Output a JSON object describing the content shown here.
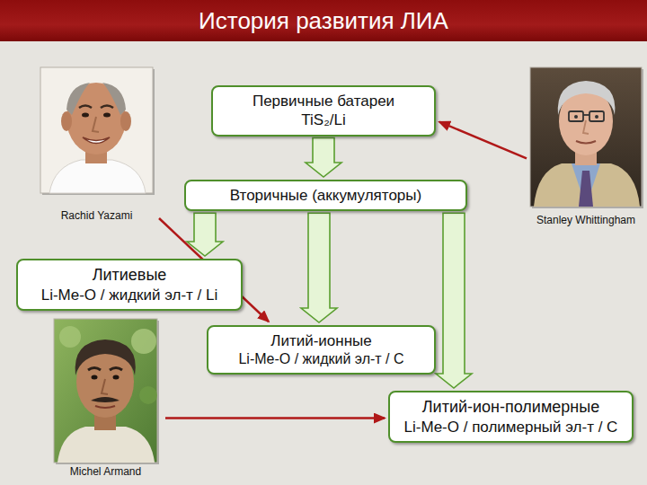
{
  "diagram": {
    "title": "История развития ЛИА",
    "nodes": [
      {
        "text": [
          "Rachid Yazami"
        ]
      },
      {
        "text": [
          "Первичные батареи",
          "TiS₂/Li"
        ]
      },
      {
        "text": [
          "Stanley Whittingham"
        ]
      },
      {
        "text": [
          "Вторичные (аккумуляторы)"
        ]
      },
      {
        "text": [
          "Литиевые",
          "Li-Me-O / жидкий эл-т / Li"
        ]
      },
      {
        "text": [
          "Литий-ионные",
          "Li-Me-O / жидкий эл-т / C"
        ]
      },
      {
        "text": [
          "Michel Armand"
        ]
      },
      {
        "text": [
          "Литий-ион-полимерные",
          "Li-Me-O / полимерный эл-т / C"
        ]
      }
    ],
    "edges": [
      {
        "from": 1,
        "to": 3,
        "arrow": "to"
      },
      {
        "from": 3,
        "to": 4,
        "arrow": "to"
      },
      {
        "from": 3,
        "to": 5,
        "arrow": "to"
      },
      {
        "from": 3,
        "to": 7,
        "arrow": "to"
      },
      {
        "from": 2,
        "to": 1,
        "arrow": "to"
      },
      {
        "from": 0,
        "to": 5,
        "arrow": "to"
      },
      {
        "from": 6,
        "to": 7,
        "arrow": "to"
      }
    ]
  }
}
